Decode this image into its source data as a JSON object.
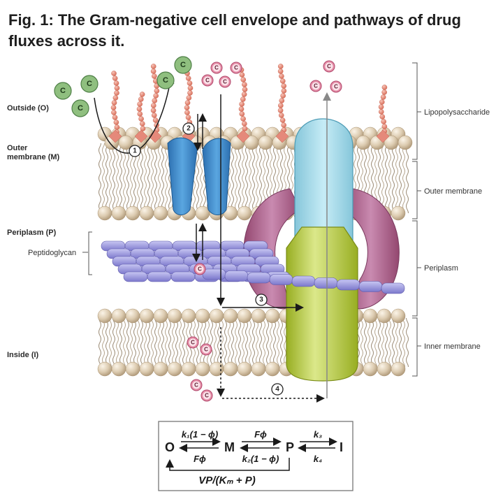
{
  "figure": {
    "title": "Fig. 1: The Gram-negative cell envelope and pathways of drug fluxes across it."
  },
  "left_labels": {
    "outside": "Outside (O)",
    "outer_membrane_line1": "Outer",
    "outer_membrane_line2": "membrane (M)",
    "periplasm": "Periplasm (P)",
    "peptidoglycan": "Peptidoglycan",
    "inside": "Inside (I)"
  },
  "right_labels": {
    "lipopolysaccharide": "Lipopolysaccharide",
    "outer_membrane": "Outer membrane",
    "periplasm": "Periplasm",
    "inner_membrane": "Inner membrane"
  },
  "drug_symbol": "C",
  "pathway_steps": [
    "1",
    "2",
    "3",
    "4"
  ],
  "colors": {
    "hydrophobic_drug": "#8fbf7f",
    "hydrophilic_drug": "#e58fa8",
    "lipid_head": "#dccbb0",
    "lps_chain": "#e48b78",
    "porin": "#3f8fd0",
    "outer_channel": "#9fd6e6",
    "periplasmic_adaptor": "#b2668f",
    "inner_pump": "#b9cc3e",
    "peptidoglycan": "#9a97dd"
  },
  "kinetic_scheme": {
    "states": [
      "O",
      "M",
      "P",
      "I"
    ],
    "rates": {
      "O_to_M": "k₁(1 − ϕ)",
      "M_to_O": "Fϕ",
      "M_to_P": "Fϕ",
      "P_to_M": "k₂(1 − ϕ)",
      "P_to_I": "k₃",
      "I_to_P": "k₄",
      "P_to_O_efflux": "VP/(Kₘ + P)"
    }
  }
}
